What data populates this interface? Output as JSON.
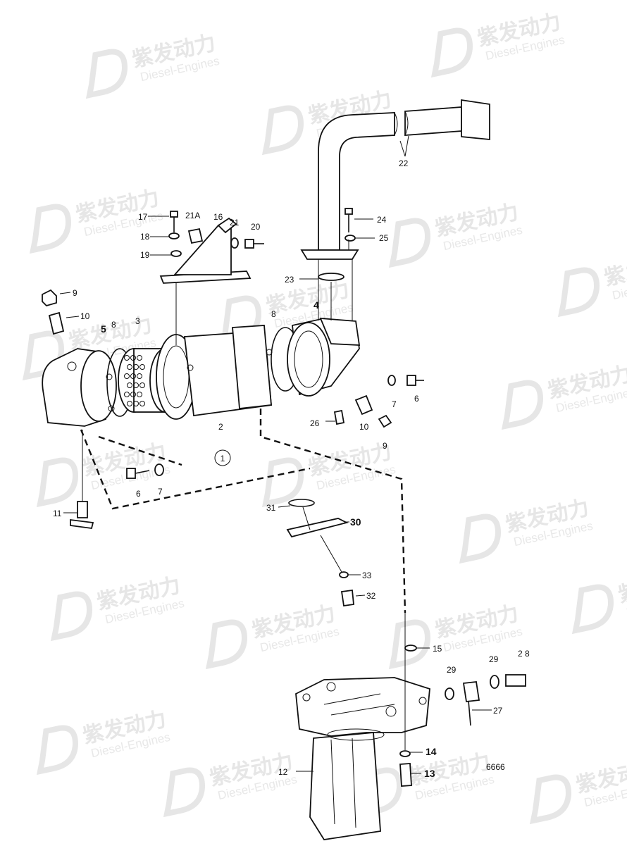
{
  "diagram_id": "6666",
  "group_marker": "1",
  "watermark": {
    "brand": "紫发动力",
    "subtitle": "Diesel-Engines"
  },
  "labels": {
    "p2": "2",
    "p3": "3",
    "p4": "4",
    "p5": "5",
    "p6a": "6",
    "p6b": "6",
    "p7a": "7",
    "p7b": "7",
    "p8a": "8",
    "p8b": "8",
    "p9a": "9",
    "p9b": "9",
    "p10a": "10",
    "p10b": "10",
    "p11": "11",
    "p12": "12",
    "p13": "13",
    "p14": "14",
    "p15": "15",
    "p16": "16",
    "p17": "17",
    "p18": "18",
    "p19": "19",
    "p20": "20",
    "p21": "21",
    "p21a": "21A",
    "p22": "22",
    "p23": "23",
    "p24": "24",
    "p25": "25",
    "p26": "26",
    "p27": "27",
    "p28": "2 8",
    "p29a": "29",
    "p29b": "29",
    "p30": "30",
    "p31": "31",
    "p32": "32",
    "p33": "33"
  }
}
